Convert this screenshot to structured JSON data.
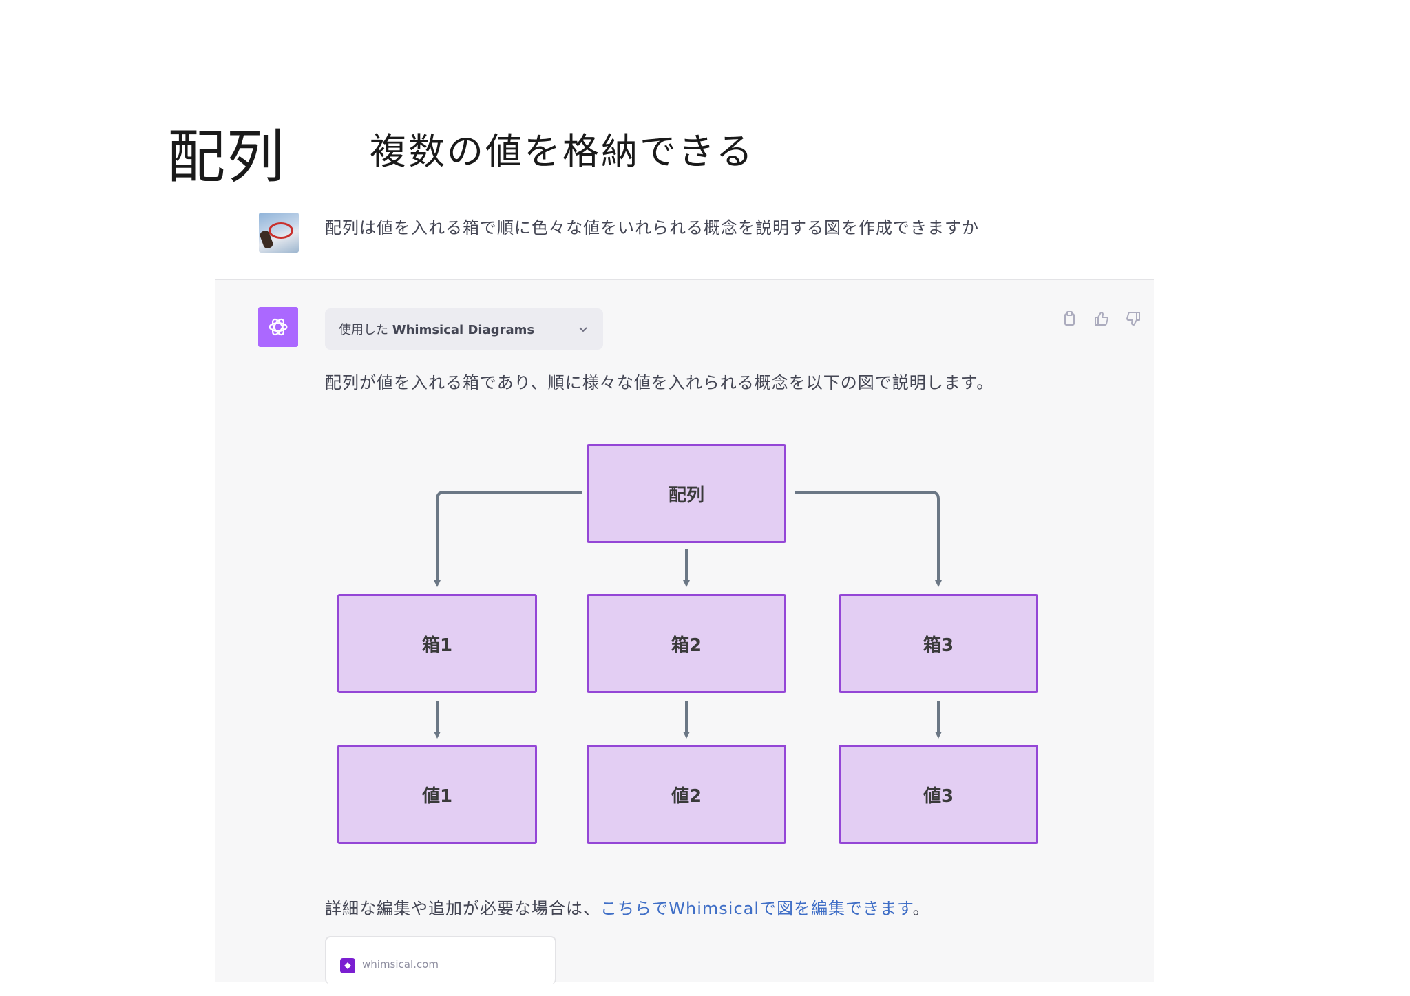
{
  "slide": {
    "title": "配列",
    "subtitle": "複数の値を格納できる"
  },
  "user_message": {
    "text": "配列は値を入れる箱で順に色々な値をいれられる概念を説明する図を作成できますか"
  },
  "assistant": {
    "tool_chip": {
      "prefix": "使用した",
      "tool_name": "Whimsical Diagrams"
    },
    "intro": "配列が値を入れる箱であり、順に様々な値を入れられる概念を以下の図で説明します。",
    "diagram": {
      "root": "配列",
      "boxes": [
        "箱1",
        "箱2",
        "箱3"
      ],
      "values": [
        "値1",
        "値2",
        "値3"
      ]
    },
    "footer": {
      "prefix": "詳細な編集や追加が必要な場合は、",
      "link": "こちらでWhimsicalで図を編集できます",
      "suffix": "。"
    },
    "link_card": {
      "domain": "whimsical.com"
    }
  },
  "colors": {
    "node_fill": "#e3cef3",
    "node_border": "#9446d6",
    "arrow": "#6b7785",
    "gpt_avatar": "#ab68ff",
    "link": "#3f6ec6"
  }
}
